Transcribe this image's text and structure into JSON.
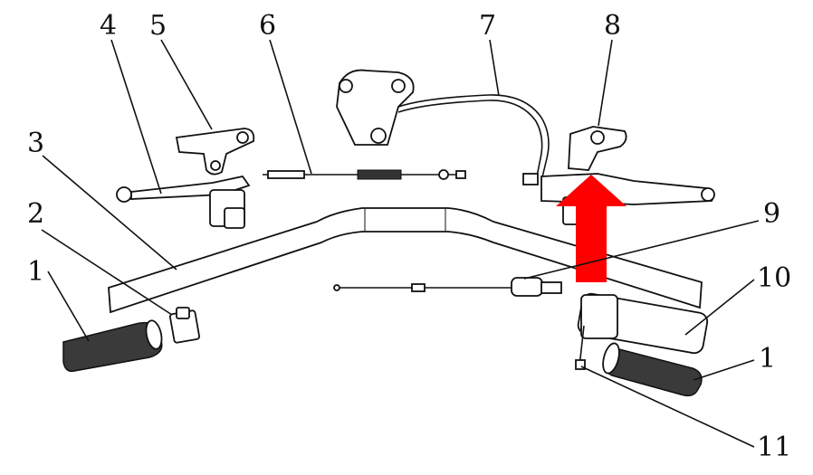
{
  "callouts": {
    "c1_left": "1",
    "c2": "2",
    "c3": "3",
    "c4": "4",
    "c5": "5",
    "c6": "6",
    "c7": "7",
    "c8": "8",
    "c9": "9",
    "c10": "10",
    "c1_right": "1",
    "c11": "11"
  },
  "colors": {
    "arrow": "#ff0000",
    "line": "#111111"
  },
  "icons": {
    "arrow": "up-arrow-icon"
  }
}
